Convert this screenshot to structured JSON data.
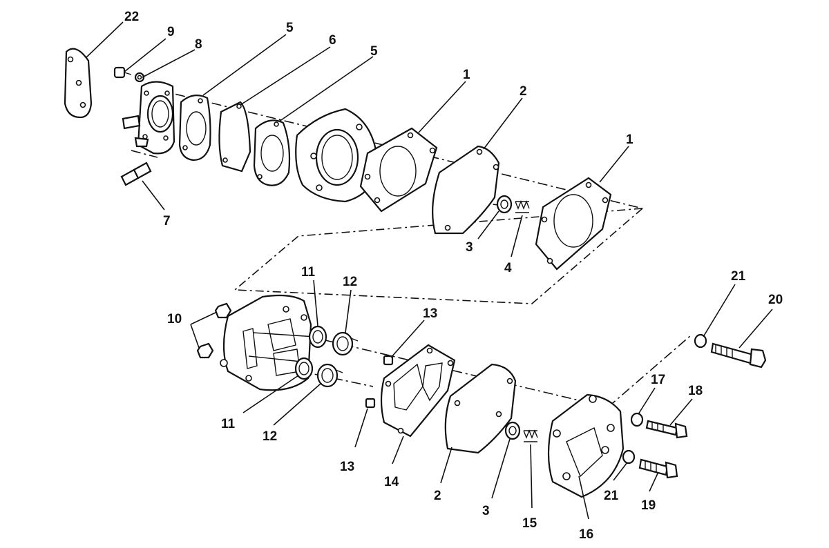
{
  "callouts": [
    {
      "id": "c22",
      "label": "22"
    },
    {
      "id": "c9",
      "label": "9"
    },
    {
      "id": "c8",
      "label": "8"
    },
    {
      "id": "c5a",
      "label": "5"
    },
    {
      "id": "c6",
      "label": "6"
    },
    {
      "id": "c5b",
      "label": "5"
    },
    {
      "id": "c1a",
      "label": "1"
    },
    {
      "id": "c2a",
      "label": "2"
    },
    {
      "id": "c1b",
      "label": "1"
    },
    {
      "id": "c7",
      "label": "7"
    },
    {
      "id": "c3a",
      "label": "3"
    },
    {
      "id": "c4",
      "label": "4"
    },
    {
      "id": "c11a",
      "label": "11"
    },
    {
      "id": "c12a",
      "label": "12"
    },
    {
      "id": "c10",
      "label": "10"
    },
    {
      "id": "c13a",
      "label": "13"
    },
    {
      "id": "c21a",
      "label": "21"
    },
    {
      "id": "c20",
      "label": "20"
    },
    {
      "id": "c17",
      "label": "17"
    },
    {
      "id": "c18",
      "label": "18"
    },
    {
      "id": "c11b",
      "label": "11"
    },
    {
      "id": "c12b",
      "label": "12"
    },
    {
      "id": "c13b",
      "label": "13"
    },
    {
      "id": "c14",
      "label": "14"
    },
    {
      "id": "c2b",
      "label": "2"
    },
    {
      "id": "c3b",
      "label": "3"
    },
    {
      "id": "c15",
      "label": "15"
    },
    {
      "id": "c16",
      "label": "16"
    },
    {
      "id": "c21b",
      "label": "21"
    },
    {
      "id": "c19",
      "label": "19"
    }
  ]
}
